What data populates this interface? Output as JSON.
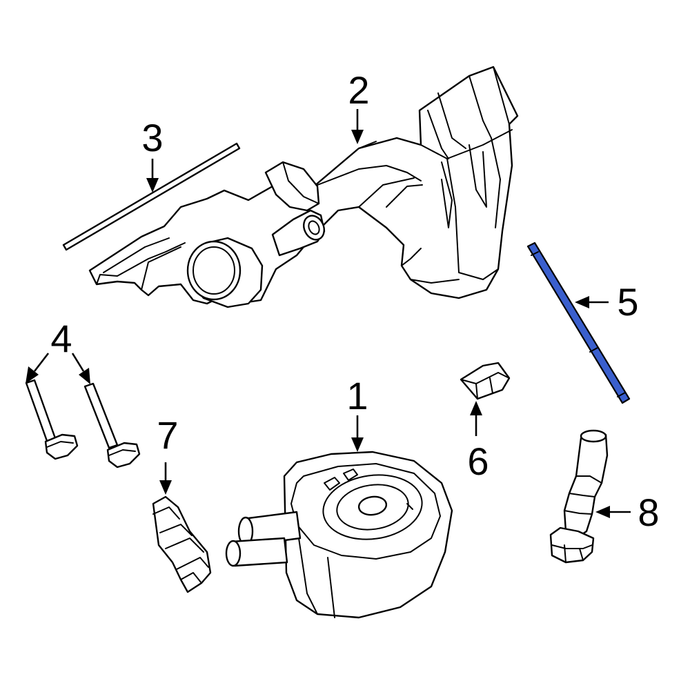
{
  "diagram": {
    "highlight_color": "#3a5fcd",
    "callouts": [
      {
        "id": "callout-1",
        "text": "1"
      },
      {
        "id": "callout-2",
        "text": "2"
      },
      {
        "id": "callout-3",
        "text": "3"
      },
      {
        "id": "callout-4",
        "text": "4"
      },
      {
        "id": "callout-5",
        "text": "5"
      },
      {
        "id": "callout-6",
        "text": "6"
      },
      {
        "id": "callout-7",
        "text": "7"
      },
      {
        "id": "callout-8",
        "text": "8"
      }
    ]
  }
}
